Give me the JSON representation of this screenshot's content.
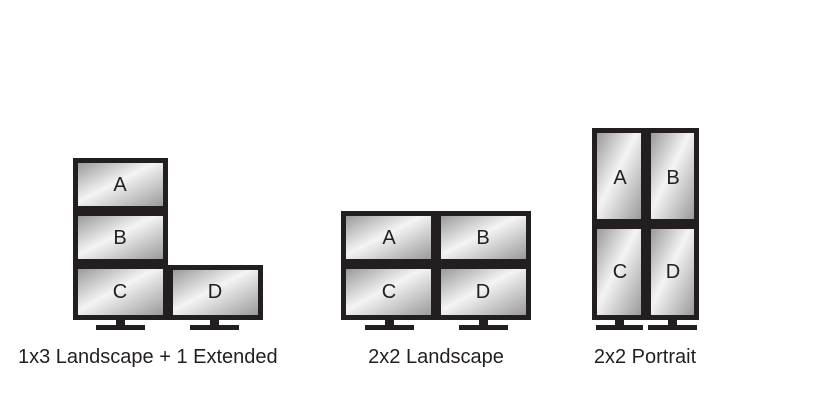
{
  "configurations": [
    {
      "caption": "1x3 Landscape + 1 Extended",
      "screens": [
        "A",
        "B",
        "C",
        "D"
      ]
    },
    {
      "caption": "2x2 Landscape",
      "screens": [
        "A",
        "B",
        "C",
        "D"
      ]
    },
    {
      "caption": "2x2 Portrait",
      "screens": [
        "A",
        "B",
        "C",
        "D"
      ]
    }
  ],
  "colors": {
    "frame": "#231f20",
    "screen_light": "#f4f4f4",
    "screen_dark": "#9a9a9a",
    "text": "#231f20"
  }
}
